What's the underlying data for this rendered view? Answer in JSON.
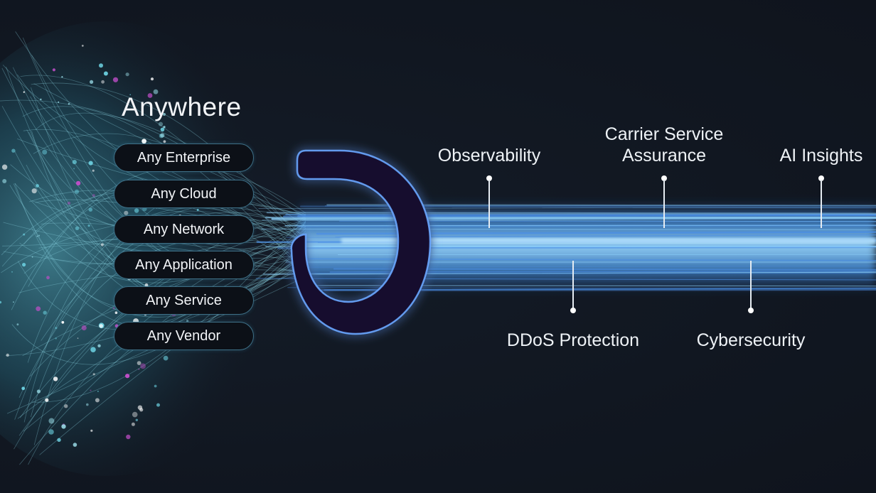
{
  "heading": "Anywhere",
  "sources": [
    "Any Enterprise",
    "Any Cloud",
    "Any Network",
    "Any Application",
    "Any Service",
    "Any Vendor"
  ],
  "capabilities_top": [
    {
      "label": "Observability"
    },
    {
      "label": "Carrier Service\nAssurance"
    },
    {
      "label": "AI Insights"
    }
  ],
  "capabilities_bottom": [
    {
      "label": "DDoS Protection"
    },
    {
      "label": "Cybersecurity"
    }
  ],
  "colors": {
    "background": "#111721",
    "beam": "#3f8fe0",
    "beam_core": "#7fd0ff",
    "logo": "#130f2e",
    "logo_glow": "#6aa6ff",
    "network_teal": "#6fd6e6",
    "network_magenta": "#c04ec8"
  },
  "icons": {
    "logo": "ring-logo-icon"
  }
}
